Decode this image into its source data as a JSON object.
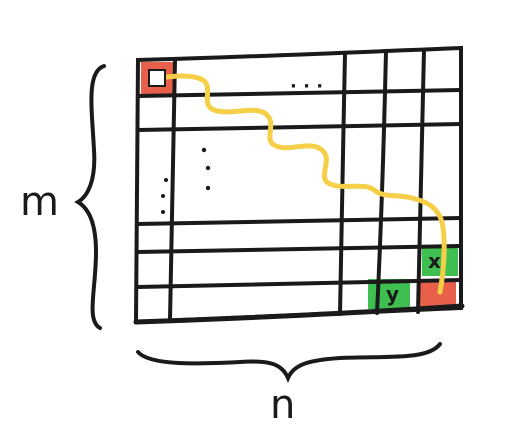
{
  "labels": {
    "rows": "m",
    "cols": "n",
    "cell_x": "x",
    "cell_y": "y",
    "ellipsis_horizontal": "· · ·",
    "ellipsis_vertical": "·",
    "ellipsis_vertical2": "·"
  },
  "colors": {
    "ink": "#1a1a1a",
    "start_cell": "#e8604a",
    "end_cell": "#e8604a",
    "neighbor_cell": "#3fbf4f",
    "path": "#f5cf48"
  }
}
